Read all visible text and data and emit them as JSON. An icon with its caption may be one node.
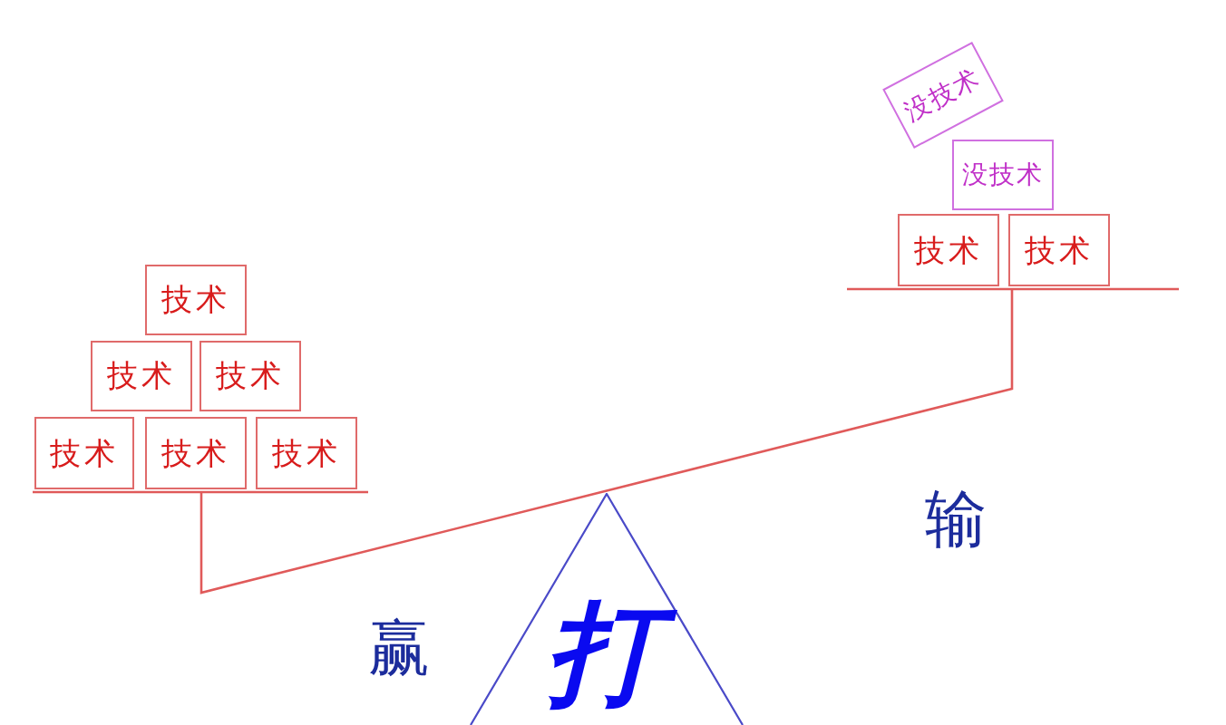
{
  "diagram": {
    "nodes": [
      {
        "text": [
          "没技术"
        ]
      },
      {
        "text": [
          "没技术"
        ]
      },
      {
        "text": [
          "技术"
        ]
      },
      {
        "text": [
          "技术"
        ]
      },
      {
        "text": [
          "技术"
        ]
      },
      {
        "text": [
          "技术"
        ]
      },
      {
        "text": [
          "技术"
        ]
      },
      {
        "text": [
          "技术"
        ]
      },
      {
        "text": [
          "技术"
        ]
      },
      {
        "text": [
          "技术"
        ]
      },
      {
        "text": [
          "打"
        ]
      }
    ],
    "labels": [
      "输",
      "赢"
    ]
  }
}
